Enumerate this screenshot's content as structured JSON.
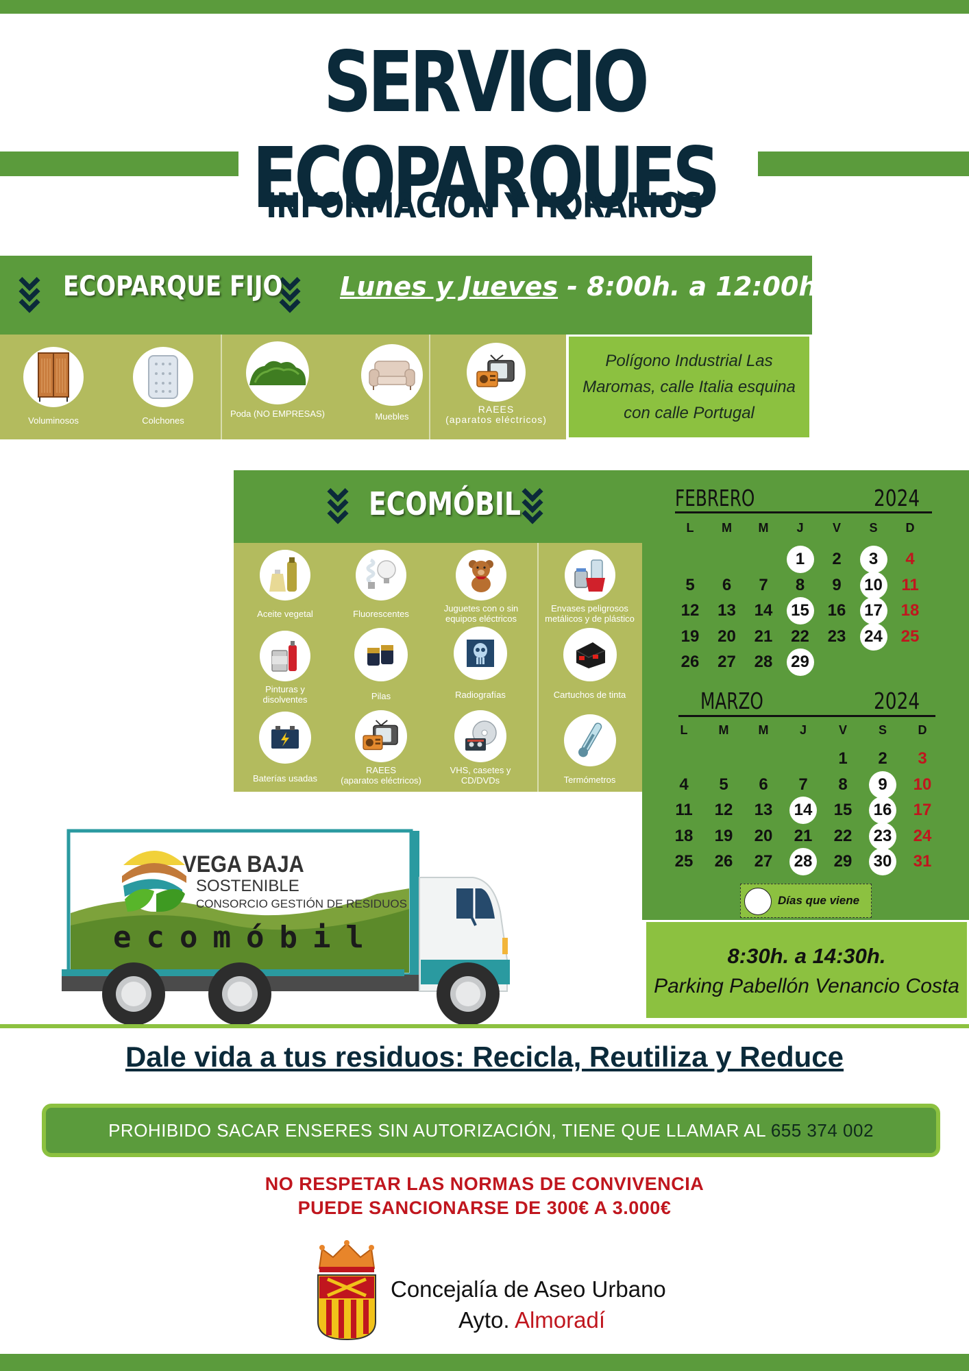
{
  "header": {
    "title": "SERVICIO ECOPARQUES",
    "subtitle": "INFORMACIÓN Y HORARIOS"
  },
  "fijo": {
    "title": "ECOPARQUE FIJO",
    "days": "Lunes y Jueves",
    "hours": " - 8:00h. a 12:00h.",
    "address": "Polígono Industrial Las Maromas, calle Italia esquina con calle Portugal",
    "items": [
      {
        "label": "Voluminosos",
        "icon": "wardrobe-icon"
      },
      {
        "label": "Colchones",
        "icon": "mattress-icon"
      },
      {
        "label": "Poda (NO EMPRESAS)",
        "icon": "hedge-icon"
      },
      {
        "label": "Muebles",
        "icon": "sofa-icon"
      },
      {
        "label": "RAEES",
        "sub": "(aparatos eléctricos)",
        "icon": "radio-tv-icon"
      }
    ]
  },
  "ecomobil": {
    "title": "ECOMÓBIL",
    "items": [
      {
        "label": "Aceite vegetal",
        "icon": "oil-bottle-icon"
      },
      {
        "label": "Fluorescentes",
        "icon": "bulb-icon"
      },
      {
        "label": "Juguetes con o sin",
        "sub": "equipos eléctricos",
        "icon": "teddy-bear-icon"
      },
      {
        "label": "Envases peligrosos",
        "sub": "metálicos y de plástico",
        "icon": "containers-icon"
      },
      {
        "label": "Pinturas y",
        "sub": "disolventes",
        "icon": "paint-can-icon"
      },
      {
        "label": "Pilas",
        "icon": "battery-icon"
      },
      {
        "label": "Radiografías",
        "icon": "xray-icon"
      },
      {
        "label": "Cartuchos de tinta",
        "icon": "ink-cartridge-icon"
      },
      {
        "label": "Baterías usadas",
        "icon": "car-battery-icon"
      },
      {
        "label": "RAEES",
        "sub": "(aparatos eléctricos)",
        "icon": "radio-tv-icon"
      },
      {
        "label": "VHS, casetes y",
        "sub": "CD/DVDs",
        "icon": "cd-cassette-icon"
      },
      {
        "label": "Termómetros",
        "icon": "thermometer-icon"
      }
    ],
    "time": "8:30h. a 14:30h.",
    "place": "Parking Pabellón Venancio Costa",
    "legend": "Días que viene"
  },
  "calendar": {
    "weekdays": [
      "L",
      "M",
      "M",
      "J",
      "V",
      "S",
      "D"
    ],
    "months": [
      {
        "name": "FEBRERO",
        "year": "2024",
        "offset": 3,
        "days": 29,
        "marked": [
          1,
          3,
          10,
          15,
          17,
          24,
          29
        ]
      },
      {
        "name": "MARZO",
        "year": "2024",
        "offset": 4,
        "days": 31,
        "marked": [
          9,
          14,
          16,
          23,
          28,
          30
        ]
      }
    ]
  },
  "truck": {
    "brand_1": "VEGA BAJA",
    "brand_2": "SOSTENIBLE",
    "brand_3": "CONSORCIO GESTIÓN DE RESIDUOS",
    "side_text": "ecomóbil"
  },
  "footer": {
    "slogan": "Dale vida a tus residuos: Recicla, Reutiliza y Reduce",
    "prohibido": "PROHIBIDO SACAR ENSERES SIN AUTORIZACIÓN, TIENE QUE LLAMAR AL ",
    "phone": "655 374 002",
    "norma_1": "NO RESPETAR LAS NORMAS DE CONVIVENCIA",
    "norma_2": "PUEDE SANCIONARSE DE 300€ A 3.000€",
    "concejalia": "Concejalía de Aseo Urbano",
    "ayto": "Ayto. ",
    "town": "Almoradí"
  },
  "colors": {
    "dark_green": "#5b9b3c",
    "olive": "#b3bb5e",
    "light_green": "#8cc140",
    "navy": "#0b2a3a",
    "red": "#c0161e"
  }
}
